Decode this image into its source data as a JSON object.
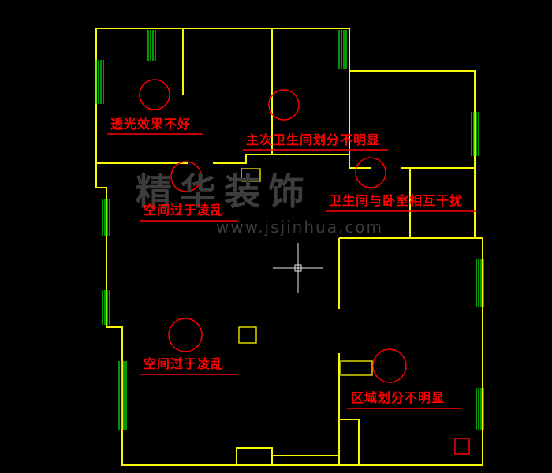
{
  "colors": {
    "background": "#000000",
    "wall": "#f8f800",
    "window": "#00ff00",
    "annotation": "#ff0000",
    "watermark": "#3d3d3d",
    "crosshair": "#e8e8e8"
  },
  "watermark": {
    "line1": "精华装饰",
    "line2": "www.jsjinhua.com"
  },
  "annotations": [
    {
      "label": "透光效果不好"
    },
    {
      "label": "主次卫生间划分不明显"
    },
    {
      "label": "空间过于凌乱"
    },
    {
      "label": "卫生间与卧室相互干扰"
    },
    {
      "label": "空间过于凌乱"
    },
    {
      "label": "区域划分不明显"
    }
  ]
}
